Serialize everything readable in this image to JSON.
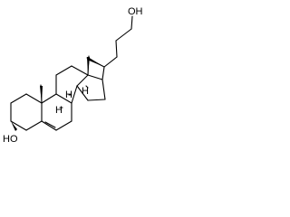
{
  "molecule": {
    "labels": {
      "top_hydroxyl": "OH",
      "bottom_hydroxyl": "HO",
      "h_c8": "H",
      "h_c9": "H",
      "h_c14": "H"
    },
    "colors": {
      "bond": "#000000",
      "background": "#ffffff"
    }
  }
}
